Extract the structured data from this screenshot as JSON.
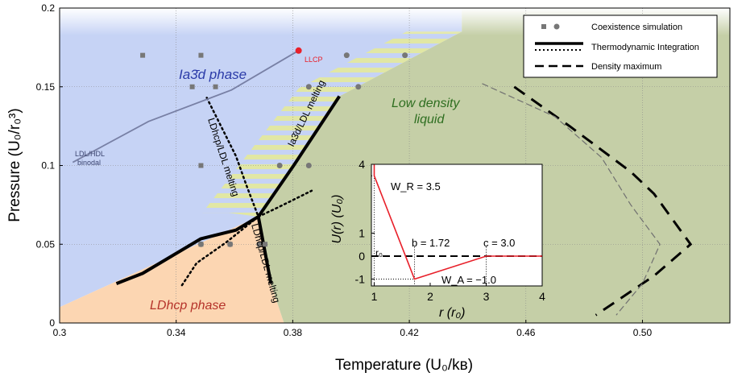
{
  "chart_data": {
    "type": "phase-diagram",
    "xlabel": "Temperature (U₀/kʙ)",
    "ylabel": "Pressure (U₀/r₀³)",
    "xlim": [
      0.3,
      0.53
    ],
    "ylim": [
      0,
      0.2
    ],
    "x_ticks": [
      {
        "value": 0.3,
        "label": "0.3"
      },
      {
        "value": 0.34,
        "label": "0.34"
      },
      {
        "value": 0.38,
        "label": "0.38"
      },
      {
        "value": 0.42,
        "label": "0.42"
      },
      {
        "value": 0.46,
        "label": "0.46"
      },
      {
        "value": 0.5,
        "label": "0.50"
      }
    ],
    "y_ticks": [
      {
        "value": 0,
        "label": "0"
      },
      {
        "value": 0.05,
        "label": "0.05"
      },
      {
        "value": 0.1,
        "label": "0.1"
      },
      {
        "value": 0.15,
        "label": "0.15"
      },
      {
        "value": 0.2,
        "label": "0.2"
      }
    ],
    "grid": true,
    "colors": {
      "ia3d": "#c6d3f5",
      "ldhcp": "#fcd6b2",
      "liquid": "#c5cfa7",
      "stripe": "#e6ea96",
      "llcp": "#e8202a",
      "binodal": "#7880a5",
      "ia3d_text": "#2a3aa8",
      "ldhcp_text": "#b5332a",
      "liquid_text": "#2e6e20"
    },
    "regions": {
      "ia3d": [
        [
          0.3,
          0.2
        ],
        [
          0.3,
          0.01
        ],
        [
          0.3682,
          0.0675
        ],
        [
          0.396,
          0.144
        ],
        [
          0.438,
          0.185
        ],
        [
          0.438,
          0.2
        ]
      ],
      "ldhcp": [
        [
          0.3,
          0.0
        ],
        [
          0.3,
          0.01
        ],
        [
          0.3682,
          0.0675
        ],
        [
          0.3725,
          0.025
        ],
        [
          0.377,
          0.0
        ]
      ],
      "liquid": [
        [
          0.3682,
          0.0675
        ],
        [
          0.3725,
          0.025
        ],
        [
          0.377,
          0.0
        ],
        [
          0.53,
          0.0
        ],
        [
          0.53,
          0.2
        ],
        [
          0.438,
          0.2
        ],
        [
          0.438,
          0.185
        ],
        [
          0.396,
          0.144
        ]
      ],
      "stripes": [
        [
          0.358,
          0.07
        ],
        [
          0.3682,
          0.0675
        ],
        [
          0.396,
          0.144
        ],
        [
          0.438,
          0.185
        ],
        [
          0.419,
          0.185
        ],
        [
          0.382,
          0.149
        ],
        [
          0.349,
          0.07
        ]
      ]
    },
    "series": [
      {
        "name": "Coexistence simulation",
        "marker": "square",
        "points": [
          [
            0.3285,
            0.17
          ],
          [
            0.3485,
            0.17
          ],
          [
            0.3455,
            0.15
          ],
          [
            0.3535,
            0.15
          ],
          [
            0.3485,
            0.1
          ],
          [
            0.3485,
            0.05
          ],
          [
            0.3585,
            0.05
          ],
          [
            0.3705,
            0.05
          ]
        ]
      },
      {
        "name": "Coexistence simulation",
        "marker": "circle",
        "points": [
          [
            0.3985,
            0.17
          ],
          [
            0.4185,
            0.17
          ],
          [
            0.3855,
            0.15
          ],
          [
            0.4025,
            0.15
          ],
          [
            0.3755,
            0.1
          ],
          [
            0.3855,
            0.1
          ],
          [
            0.3485,
            0.05
          ],
          [
            0.3585,
            0.05
          ],
          [
            0.3685,
            0.05
          ]
        ]
      },
      {
        "name": "Thermodynamic Integration",
        "style": "solid",
        "segments": [
          [
            [
              0.3195,
              0.025
            ],
            [
              0.3285,
              0.0315
            ],
            [
              0.3485,
              0.0535
            ],
            [
              0.3605,
              0.059
            ],
            [
              0.3682,
              0.0675
            ],
            [
              0.3805,
              0.1005
            ],
            [
              0.396,
              0.144
            ]
          ],
          [
            [
              0.3682,
              0.0675
            ],
            [
              0.3725,
              0.025
            ]
          ]
        ]
      },
      {
        "name": "Thermodynamic Integration",
        "style": "dotted",
        "segments": [
          [
            [
              0.342,
              0.024
            ],
            [
              0.347,
              0.038
            ],
            [
              0.357,
              0.051
            ],
            [
              0.3682,
              0.0675
            ]
          ],
          [
            [
              0.3682,
              0.0675
            ],
            [
              0.3745,
              0.073
            ],
            [
              0.3865,
              0.084
            ]
          ],
          [
            [
              0.3505,
              0.143
            ],
            [
              0.3605,
              0.106
            ],
            [
              0.364,
              0.088
            ],
            [
              0.3682,
              0.0675
            ]
          ]
        ]
      },
      {
        "name": "Density maximum",
        "style": "dashed",
        "segments": [
          [
            [
              0.456,
              0.15
            ],
            [
              0.475,
              0.125
            ],
            [
              0.496,
              0.096
            ],
            [
              0.504,
              0.082
            ],
            [
              0.5165,
              0.05
            ],
            [
              0.504,
              0.03
            ],
            [
              0.484,
              0.005
            ]
          ]
        ]
      },
      {
        "name": "",
        "style": "thin-dashed",
        "segments": [
          [
            [
              0.445,
              0.152
            ],
            [
              0.47,
              0.131
            ],
            [
              0.486,
              0.105
            ],
            [
              0.496,
              0.075
            ],
            [
              0.506,
              0.05
            ],
            [
              0.5,
              0.025
            ],
            [
              0.491,
              0.005
            ]
          ]
        ]
      },
      {
        "name": "",
        "style": "binodal",
        "segments": [
          [
            [
              0.3045,
              0.102
            ],
            [
              0.3305,
              0.128
            ],
            [
              0.359,
              0.148
            ],
            [
              0.382,
              0.173
            ]
          ]
        ]
      }
    ],
    "llcp": {
      "label": "LLCP",
      "x": 0.382,
      "y": 0.173
    },
    "labels": {
      "ia3d_phase": "Ia3̄d phase",
      "ldhcp_phase": "LDhcp phase",
      "liquid_line1": "Low density",
      "liquid_line2": "liquid",
      "ia3d_ldl_melting": "Ia3̄d/LDL melting",
      "ldhcp_ldl_melting_upper": "LDhcp/LDL melting",
      "ldhcp_ldl_melting_lower": "LDhcp/LDL melting",
      "binodal_line1": "LDL/HDL",
      "binodal_line2": "binodal"
    },
    "legend": {
      "placement": "top-right",
      "entries": [
        {
          "label": "Coexistence simulation",
          "marker": "square+circle"
        },
        {
          "label": "Thermodynamic Integration",
          "marker": "solid+dotted"
        },
        {
          "label": "Density maximum",
          "marker": "dashed"
        }
      ]
    },
    "inset": {
      "type": "line",
      "xlabel": "r (r₀)",
      "ylabel": "U(r) (U₀)",
      "xlim": [
        0.95,
        4
      ],
      "ylim": [
        -1.3,
        4
      ],
      "x_ticks": [
        "1",
        "2",
        "3",
        "4"
      ],
      "y_ticks": [
        "-1",
        "0",
        "1",
        "4"
      ],
      "y_tick_values": [
        -1,
        0,
        1,
        4
      ],
      "potential": [
        [
          1.0,
          4.0
        ],
        [
          1.0,
          3.5
        ],
        [
          1.72,
          -1.0
        ],
        [
          3.0,
          0.0
        ],
        [
          4.0,
          0.0
        ]
      ],
      "annotations": {
        "wr": "W_R = 3.5",
        "b": "b = 1.72",
        "c": "c = 3.0",
        "wa": "W_A = −1.0",
        "r0": "r₀"
      }
    }
  }
}
